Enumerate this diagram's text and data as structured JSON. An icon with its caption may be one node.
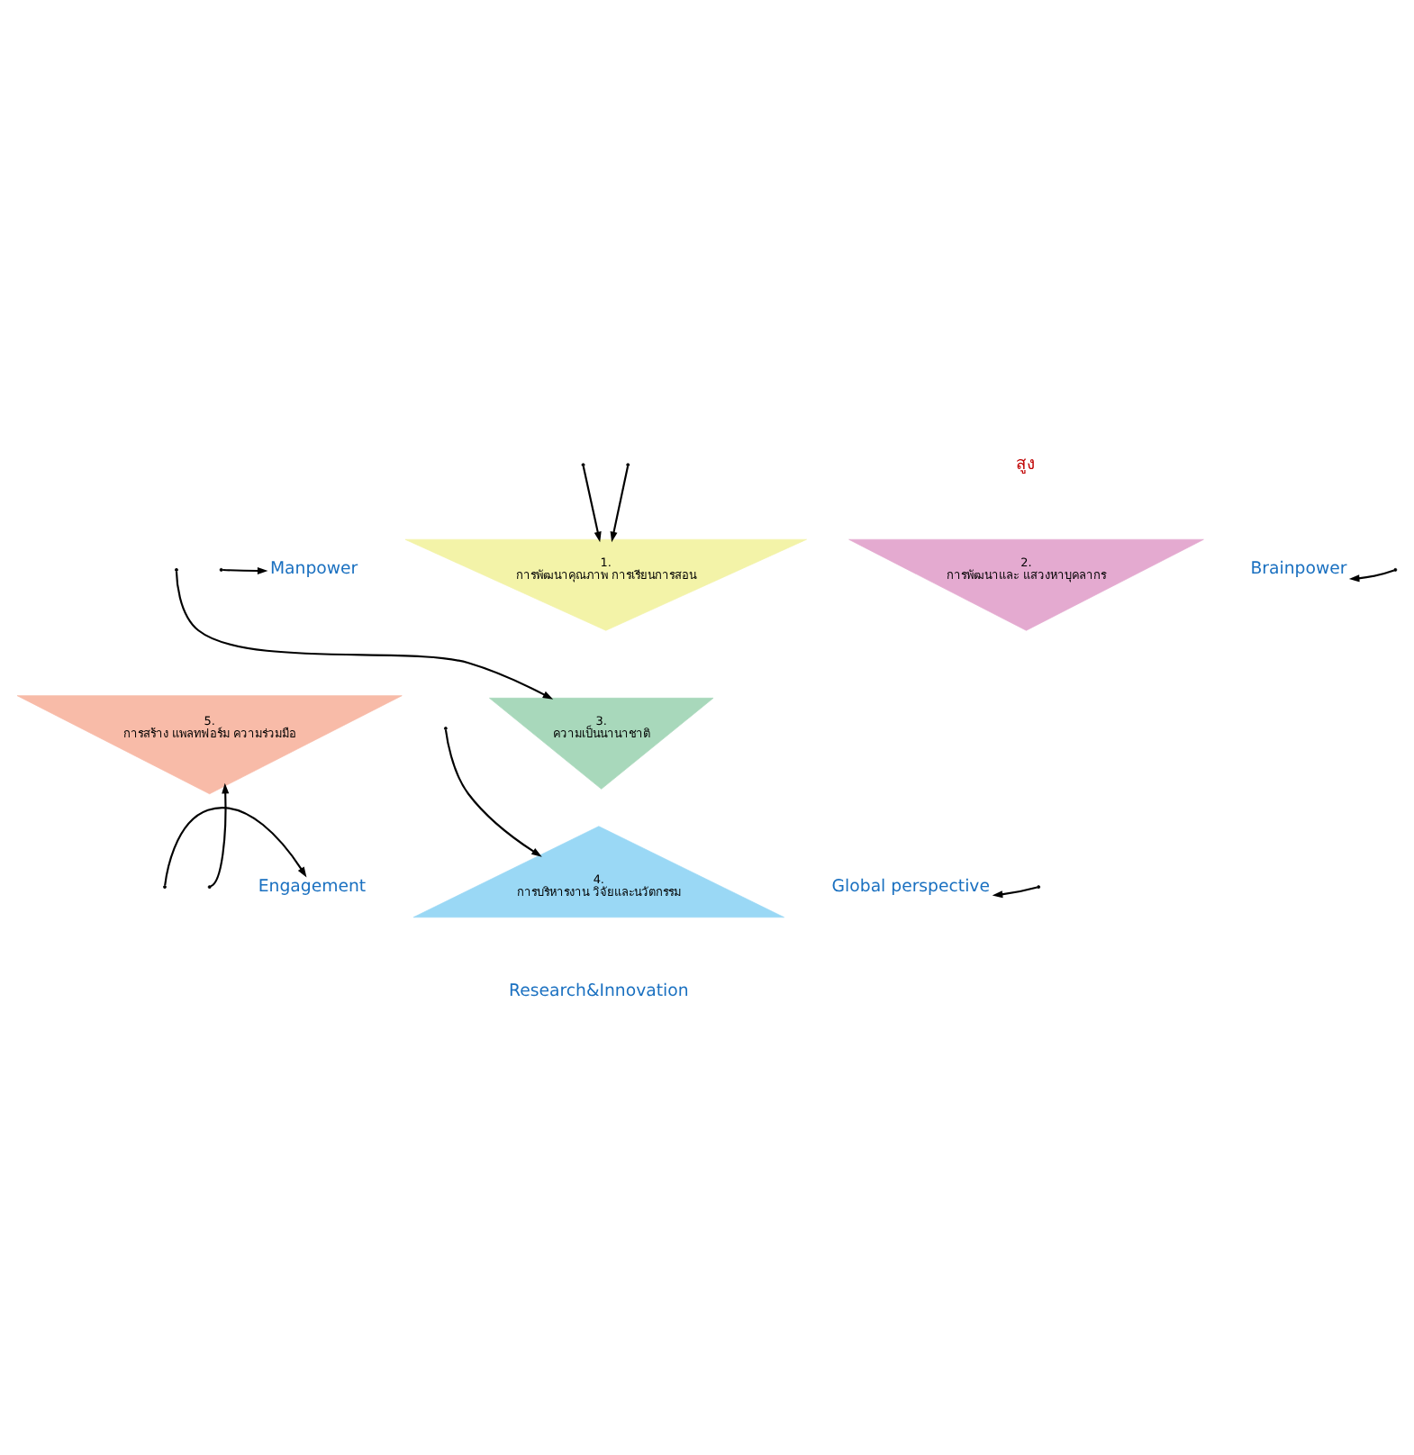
{
  "diagram": {
    "nodes": [
      {
        "text": [
          "1.",
          "การพัฒนาคุณภาพ การเรียนการสอน"
        ]
      },
      {
        "text": [
          "2.",
          "การพัฒนาและ แสวงหาบุคลากร"
        ]
      },
      {
        "text": [
          "3.",
          "ความเป็นนานาชาติ"
        ]
      },
      {
        "text": [
          "4.",
          "การบริหารงาน วิจัยและนวัตกรรม"
        ]
      },
      {
        "text": [
          "5.",
          "การสร้าง แพลทฟอร์ม ความร่วมมือ"
        ]
      },
      {
        "text": [
          "Manpower"
        ]
      },
      {
        "text": [
          "Brainpower"
        ]
      },
      {
        "text": [
          "Global perspective"
        ]
      },
      {
        "text": [
          "Research&Innovation"
        ]
      },
      {
        "text": [
          "Engagement"
        ]
      }
    ],
    "edges": [
      {
        "from": null,
        "to": 5,
        "arrow": "to"
      },
      {
        "from": null,
        "to": 0,
        "arrow": "to"
      },
      {
        "from": null,
        "to": 0,
        "arrow": "to"
      },
      {
        "from": null,
        "to": 2,
        "arrow": "to"
      },
      {
        "from": null,
        "to": 6,
        "arrow": "to"
      },
      {
        "from": null,
        "to": 3,
        "arrow": "to"
      },
      {
        "from": null,
        "to": 7,
        "arrow": "to"
      },
      {
        "from": null,
        "to": 9,
        "arrow": "to"
      },
      {
        "from": null,
        "to": 4,
        "arrow": "to"
      }
    ],
    "labels": [
      "สูง"
    ]
  }
}
